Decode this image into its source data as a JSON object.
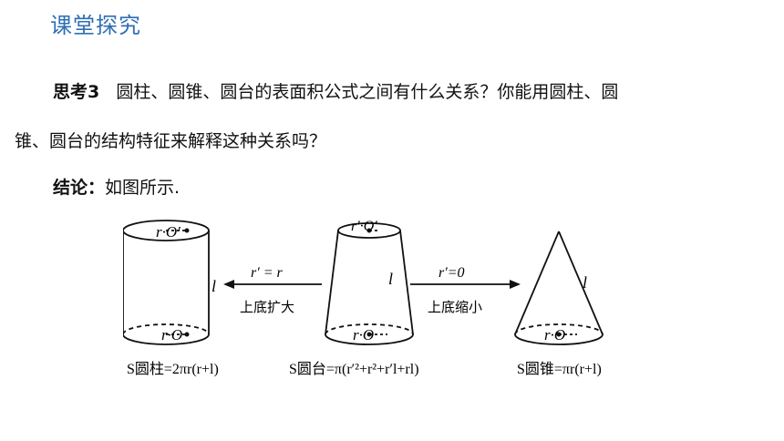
{
  "header": {
    "title": "课堂探究"
  },
  "question": {
    "label": "思考3",
    "line1": "圆柱、圆锥、圆台的表面积公式之间有什么关系？你能用圆柱、圆",
    "line2": "锥、圆台的结构特征来解释这种关系吗？"
  },
  "conclusion": {
    "label": "结论：",
    "text": "如图所示."
  },
  "figure": {
    "cylinder": {
      "top_label": "r·O′",
      "side_label": "l",
      "bottom_label": "r·O",
      "formula": "S圆柱=2πr(r+l)"
    },
    "frustum": {
      "top_label": "r′·O′",
      "side_label": "l",
      "bottom_label": "r·O",
      "formula": "S圆台=π(r′²+r²+r′l+rl)"
    },
    "cone": {
      "side_label": "l",
      "bottom_label": "r·O",
      "formula": "S圆锥=πr(r+l)"
    },
    "left_arrow": {
      "condition": "r′ = r",
      "caption": "上底扩大"
    },
    "right_arrow": {
      "condition": "r′=0",
      "caption": "上底缩小"
    }
  }
}
